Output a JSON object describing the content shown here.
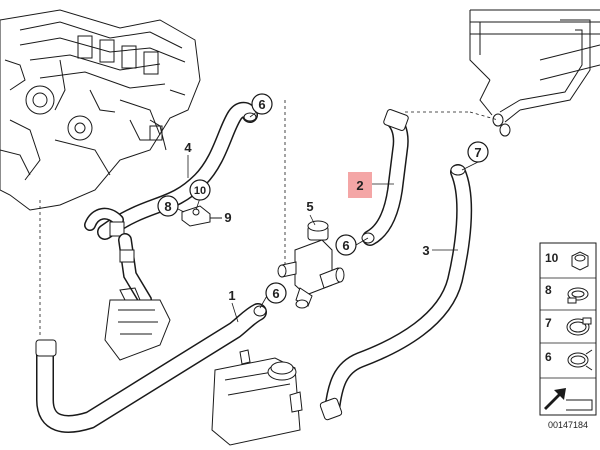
{
  "diagram": {
    "callouts": {
      "c6_top": "6",
      "c4": "4",
      "c10": "10",
      "c8": "8",
      "c9": "9",
      "c5": "5",
      "c6_mid": "6",
      "c6_low": "6",
      "c1": "1",
      "c2": "2",
      "c7": "7",
      "c3": "3"
    },
    "legend": {
      "items": [
        {
          "num": "10",
          "icon": "hex-nut-icon"
        },
        {
          "num": "8",
          "icon": "hose-clip-icon"
        },
        {
          "num": "7",
          "icon": "hose-clamp-icon"
        },
        {
          "num": "6",
          "icon": "spring-clamp-icon"
        }
      ]
    },
    "part_number": "00147184",
    "colors": {
      "line": "#1a1a1a",
      "highlight": "#f4a6a6"
    }
  }
}
